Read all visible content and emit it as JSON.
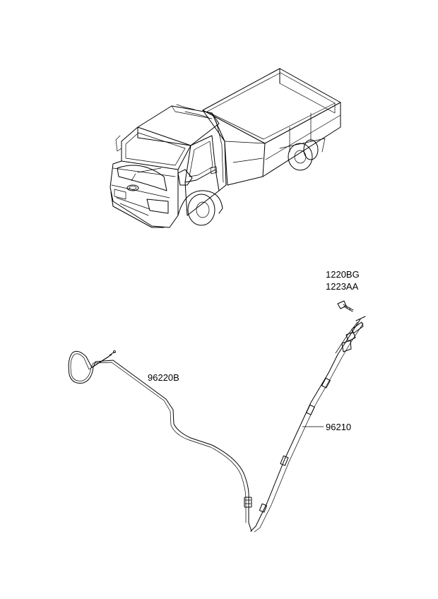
{
  "parts": {
    "bolt_code_1": "1220BG",
    "bolt_code_2": "1223AA",
    "antenna_cable": "96220B",
    "antenna_assembly": "96210"
  },
  "icons": [
    "truck-illustration",
    "antenna-cable-drawing",
    "antenna-rod-drawing",
    "bolt-drawing"
  ]
}
